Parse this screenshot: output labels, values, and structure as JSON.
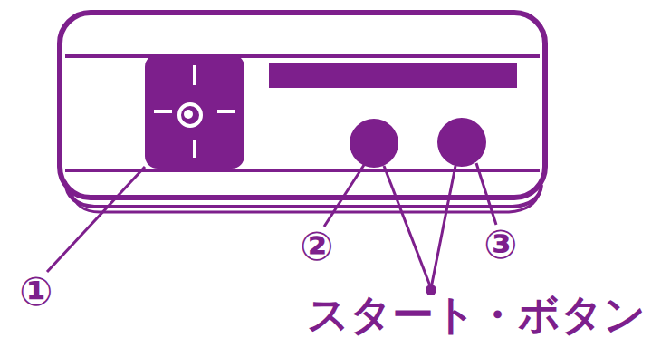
{
  "diagram": {
    "labels": [
      "①",
      "②",
      "③",
      "スタート・ボタン"
    ]
  }
}
